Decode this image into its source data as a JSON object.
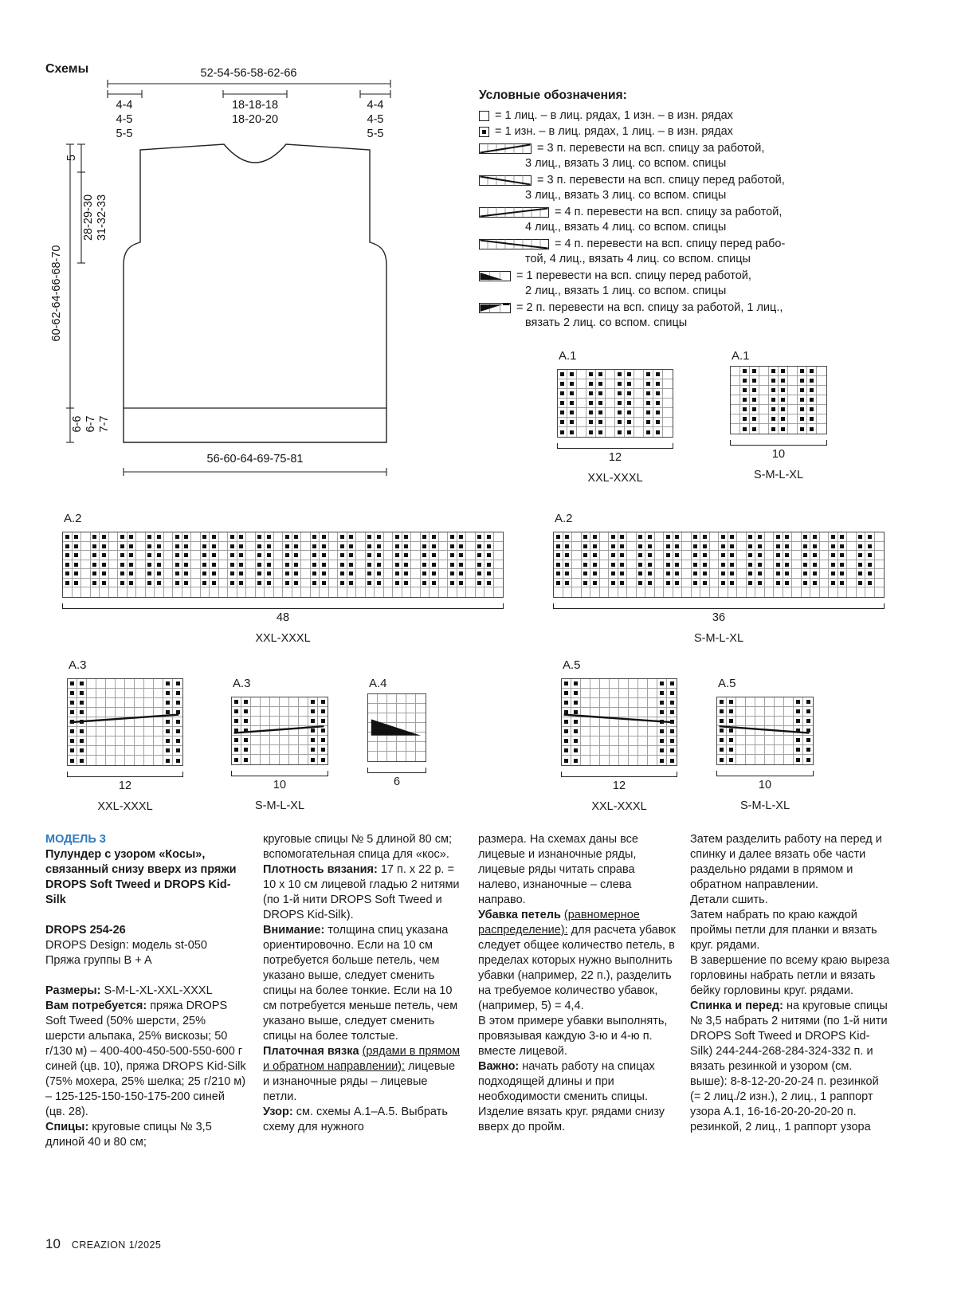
{
  "colors": {
    "accent_blue": "#2e7bbd",
    "ink": "#1a1a1a"
  },
  "schemes": {
    "heading": "Схемы",
    "top_width": "52-54-56-58-62-66",
    "shoulder_left": [
      "4-4",
      "4-5",
      "5-5"
    ],
    "neck_width": [
      "18-18-18",
      "18-20-20"
    ],
    "shoulder_right": [
      "4-4",
      "4-5",
      "5-5"
    ],
    "neck_depth": "5",
    "armhole_depth_line1": "28-29-30",
    "armhole_depth_line2": "31-32-33",
    "total_length": "60-62-64-66-68-70",
    "rib_height": [
      "6-6",
      "6-7",
      "7-7"
    ],
    "bottom_width": "56-60-64-69-75-81"
  },
  "legend": {
    "title": "Условные обозначения:",
    "items": [
      {
        "symbol": "knit-square",
        "line1": "= 1 лиц. – в лиц. рядах, 1 изн. – в изн. рядах",
        "line2": ""
      },
      {
        "symbol": "purl-square",
        "line1": "= 1 изн. – в лиц. рядах, 1 лиц. – в изн. рядах",
        "line2": ""
      },
      {
        "symbol": "cable-3-back",
        "line1": "= 3 п. перевести на всп. спицу за работой,",
        "line2": "3 лиц., вязать 3 лиц. со вспом. спицы"
      },
      {
        "symbol": "cable-3-front",
        "line1": "= 3 п. перевести на всп. спицу перед работой,",
        "line2": "3 лиц., вязать 3 лиц. со вспом. спицы"
      },
      {
        "symbol": "cable-4-back",
        "line1": "= 4 п. перевести на всп. спицу за работой,",
        "line2": "4 лиц., вязать 4 лиц. со вспом. спицы"
      },
      {
        "symbol": "cable-4-front",
        "line1": "= 4 п. перевести на всп. спицу перед рабо-",
        "line2": "той, 4 лиц., вязать 4 лиц. со вспом. спицы"
      },
      {
        "symbol": "cable-1-2-front",
        "line1": "= 1 перевести на всп. спицу перед работой,",
        "line2": "2 лиц., вязать 1 лиц. со вспом. спицы"
      },
      {
        "symbol": "cable-2-1-back",
        "line1": "= 2 п. перевести на всп. спицу за работой, 1 лиц.,",
        "line2": "вязать 2 лиц. со вспом. спицы"
      }
    ]
  },
  "charts": [
    {
      "label": "A.1",
      "count": "12",
      "size": "XXL-XXXL",
      "rows": [
        "##.##.##.##.",
        "##.##.##.##.",
        "##.##.##.##.",
        "##.##.##.##.",
        "##.##.##.##.",
        "##.##.##.##.",
        "##.##.##.##."
      ]
    },
    {
      "label": "A.1",
      "count": "10",
      "size": "S-M-L-XL",
      "rows": [
        ".##.##.##.",
        ".##.##.##.",
        ".##.##.##.",
        ".##.##.##.",
        ".##.##.##.",
        ".##.##.##.",
        ".##.##.##."
      ]
    },
    {
      "label": "A.2",
      "count": "48",
      "size": "XXL-XXXL",
      "rows": [
        "##.##.##.##.##.##.##.##.##.##.##.##.##.##.##.##.",
        "##.##.##.##.##.##.##.##.##.##.##.##.##.##.##.##.",
        "##.##.##.##.##.##.##.##.##.##.##.##.##.##.##.##.",
        "##.##.##.##.##.##.##.##.##.##.##.##.##.##.##.##.",
        "##.##.##.##.##.##.##.##.##.##.##.##.##.##.##.##.",
        "##.##.##.##.##.##.##.##.##.##.##.##.##.##.##.##.",
        "................................................"
      ]
    },
    {
      "label": "A.2",
      "count": "36",
      "size": "S-M-L-XL",
      "rows": [
        "##.##.##.##.##.##.##.##.##.##.##.##.",
        "##.##.##.##.##.##.##.##.##.##.##.##.",
        "##.##.##.##.##.##.##.##.##.##.##.##.",
        "##.##.##.##.##.##.##.##.##.##.##.##.",
        "##.##.##.##.##.##.##.##.##.##.##.##.",
        "##.##.##.##.##.##.##.##.##.##.##.##.",
        "...................................."
      ]
    },
    {
      "label": "A.3",
      "count": "12",
      "size": "XXL-XXXL",
      "rows": [
        "##........##",
        "##........##",
        "##........##",
        "##........##",
        "##........##",
        "##........##",
        "##........##",
        "##........##",
        "##........##"
      ],
      "overlay": {
        "type": "line",
        "pts": [
          [
            0.3,
            4.6
          ],
          [
            11.7,
            3.8
          ]
        ]
      }
    },
    {
      "label": "A.3",
      "count": "10",
      "size": "S-M-L-XL",
      "rows": [
        "##......##",
        "##......##",
        "##......##",
        "##......##",
        "##......##",
        "##......##",
        "##......##"
      ],
      "overlay": {
        "type": "line",
        "pts": [
          [
            0.3,
            3.8
          ],
          [
            9.7,
            3.1
          ]
        ]
      }
    },
    {
      "label": "A.4",
      "count": "6",
      "size": "",
      "rows": [
        "......",
        "......",
        "......",
        "......",
        "......",
        "......",
        "......"
      ],
      "overlay": {
        "type": "wedge",
        "pts": [
          [
            0.4,
            2.7
          ],
          [
            5.6,
            4.4
          ],
          [
            0.4,
            4.4
          ]
        ]
      }
    },
    {
      "label": "A.5",
      "count": "12",
      "size": "XXL-XXXL",
      "rows": [
        "##........##",
        "##........##",
        "##........##",
        "##........##",
        "##........##",
        "##........##",
        "##........##",
        "##........##",
        "##........##"
      ],
      "overlay": {
        "type": "line",
        "pts": [
          [
            0.3,
            3.8
          ],
          [
            11.7,
            4.6
          ]
        ]
      }
    },
    {
      "label": "A.5",
      "count": "10",
      "size": "S-M-L-XL",
      "rows": [
        "##......##",
        "##......##",
        "##......##",
        "##......##",
        "##......##",
        "##......##",
        "##......##"
      ],
      "overlay": {
        "type": "line",
        "pts": [
          [
            0.3,
            3.1
          ],
          [
            9.7,
            3.8
          ]
        ]
      }
    }
  ],
  "article": {
    "columns": [
      {
        "blocks": [
          {
            "name": "model-heading",
            "runs": [
              {
                "t": "МОДЕЛЬ 3",
                "b": true,
                "c": true
              }
            ]
          },
          {
            "runs": [
              {
                "t": "Пулундер с узором «Косы», связанный снизу вверх из пряжи DROPS Soft Tweed и DROPS Kid-Silk",
                "b": true
              }
            ]
          },
          {
            "type": "space"
          },
          {
            "runs": [
              {
                "t": "DROPS 254-26",
                "b": true
              }
            ]
          },
          {
            "runs": [
              {
                "t": "DROPS Design: модель st-050"
              }
            ]
          },
          {
            "runs": [
              {
                "t": "Пряжа группы B + A"
              }
            ]
          },
          {
            "type": "space"
          },
          {
            "runs": [
              {
                "t": "Размеры: ",
                "b": true
              },
              {
                "t": "S-M-L-XL-XXL-XXXL"
              }
            ]
          },
          {
            "runs": [
              {
                "t": "Вам потребуется: ",
                "b": true
              },
              {
                "t": "пряжа DROPS Soft Tweed (50% шерсти, 25% шерсти альпака, 25% вискозы; 50 г/130 м) – 400-400-450-500-550-600 г синей (цв. 10), пряжа DROPS Kid-Silk (75% мохера, 25% шелка; 25 г/210 м) – 125-125-150-150-175-200 синей (цв. 28)."
              }
            ]
          },
          {
            "runs": [
              {
                "t": "Спицы: ",
                "b": true
              },
              {
                "t": "круговые спицы № 3,5 длиной 40 и 80 см;"
              }
            ]
          }
        ]
      },
      {
        "blocks": [
          {
            "runs": [
              {
                "t": "круговые спицы № 5 длиной 80 см; вспомогательная спица для «кос»."
              }
            ]
          },
          {
            "runs": [
              {
                "t": "Плотность вязания: ",
                "b": true
              },
              {
                "t": "17 п. х 22 р. = 10 х 10 см лицевой гладью 2 нитями (по 1-й нити DROPS Soft Tweed и DROPS Kid-Silk)."
              }
            ]
          },
          {
            "runs": [
              {
                "t": "Внимание: ",
                "b": true
              },
              {
                "t": "толщина спиц указана ориентировочно. Если на 10 см потребуется больше петель, чем указано выше, следует сменить спицы на более тонкие. Если на 10 см потребуется меньше петель, чем указано выше, следует сменить спицы на более толстые."
              }
            ]
          },
          {
            "runs": [
              {
                "t": "Платочная вязка ",
                "b": true
              },
              {
                "t": "(рядами в прямом и обратном направлении):",
                "u": true
              },
              {
                "t": " лицевые и изнаночные ряды – лицевые петли."
              }
            ]
          },
          {
            "runs": [
              {
                "t": "Узор: ",
                "b": true
              },
              {
                "t": "см. схемы А.1–А.5. Выбрать схему для нужного"
              }
            ]
          }
        ]
      },
      {
        "blocks": [
          {
            "runs": [
              {
                "t": "размера. На схемах даны все лицевые и изнаночные ряды, лицевые ряды читать справа налево, изнаночные – слева направо."
              }
            ]
          },
          {
            "runs": [
              {
                "t": "Убавка петель ",
                "b": true
              },
              {
                "t": "(равномерное распределение):",
                "u": true
              },
              {
                "t": " для расчета убавок следует общее количество петель, в пределах которых нужно выполнить убавки (например, 22 п.), разделить на требуемое количество убавок, (например, 5) = 4,4."
              }
            ]
          },
          {
            "runs": [
              {
                "t": "В этом примере убавки выполнять, провязывая каждую 3-ю и 4-ю п. вместе лицевой."
              }
            ]
          },
          {
            "runs": [
              {
                "t": "Важно: ",
                "b": true
              },
              {
                "t": "начать работу на спицах подходящей длины и при необходимости сменить спицы."
              }
            ]
          },
          {
            "runs": [
              {
                "t": "Изделие вязать круг. рядами снизу вверх до пройм."
              }
            ]
          }
        ]
      },
      {
        "blocks": [
          {
            "runs": [
              {
                "t": "Затем разделить работу на перед и спинку и далее вязать обе части раздельно рядами в прямом и обратном направлении."
              }
            ]
          },
          {
            "runs": [
              {
                "t": "Детали сшить."
              }
            ]
          },
          {
            "runs": [
              {
                "t": "Затем набрать по краю каждой проймы петли для планки и вязать круг. рядами."
              }
            ]
          },
          {
            "runs": [
              {
                "t": "В завершение по всему краю выреза горловины набрать петли и вязать бейку горловины круг. рядами."
              }
            ]
          },
          {
            "runs": [
              {
                "t": "Спинка и перед: ",
                "b": true
              },
              {
                "t": "на круговые спицы № 3,5 набрать 2 нитями (по 1-й нити DROPS Soft Tweed и DROPS Kid-Silk) 244-244-268-284-324-332 п. и вязать резинкой и узором (см. выше): 8-8-12-20-20-24 п. резинкой (= 2 лиц./2 изн.), 2 лиц., 1 раппорт узора А.1, 16-16-20-20-20-20 п. резинкой, 2 лиц., 1 раппорт узора"
              }
            ]
          }
        ]
      }
    ]
  },
  "footer": {
    "page_number": "10",
    "magazine": "CREAZION 1/2025"
  }
}
